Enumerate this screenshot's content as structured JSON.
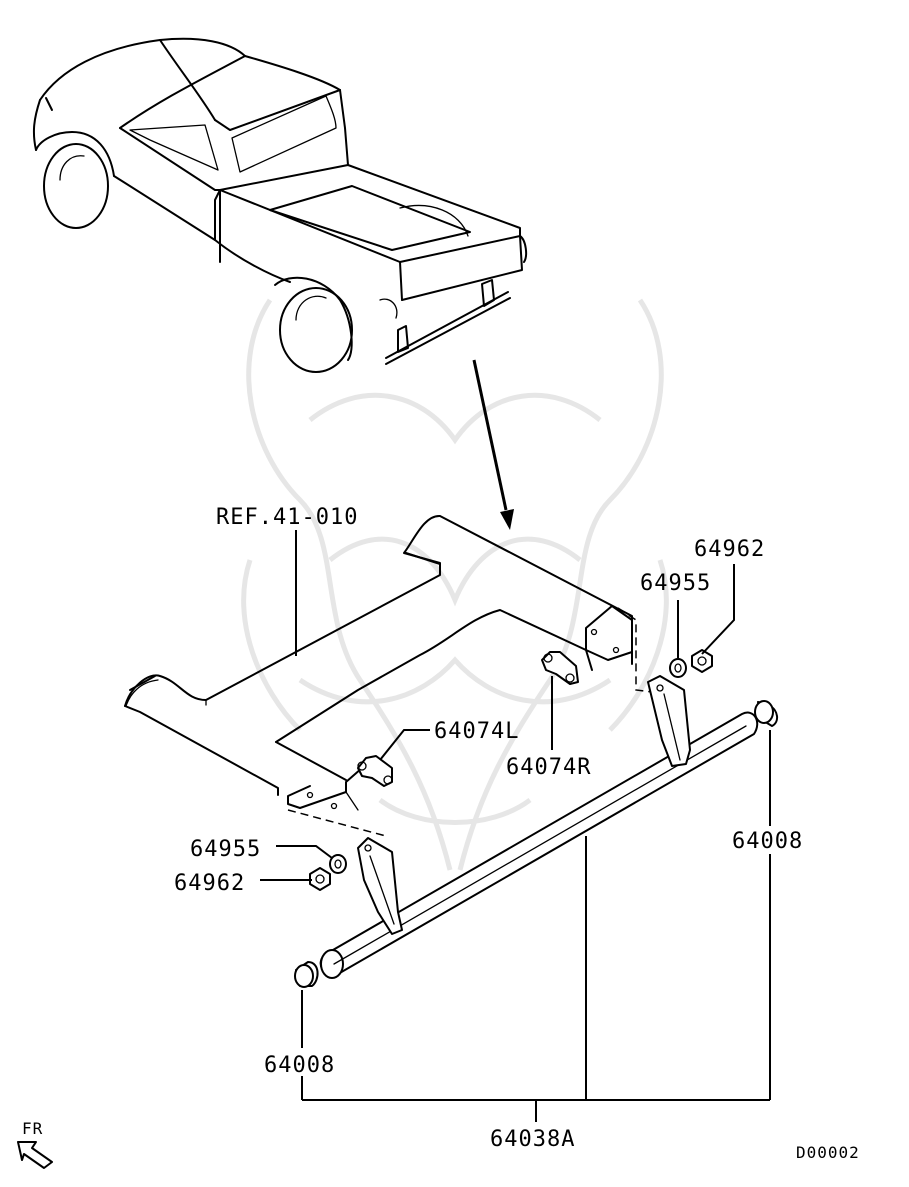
{
  "diagram": {
    "parts": {
      "p64962_upper": "64962",
      "p64955_upper": "64955",
      "p64074L": "64074L",
      "p64074R": "64074R",
      "p64955_lower": "64955",
      "p64962_lower": "64962",
      "p64008_right": "64008",
      "p64008_left": "64008",
      "p64038A": "64038A"
    },
    "reference": "REF.41-010",
    "direction": "FR",
    "diagram_code": "D00002"
  }
}
